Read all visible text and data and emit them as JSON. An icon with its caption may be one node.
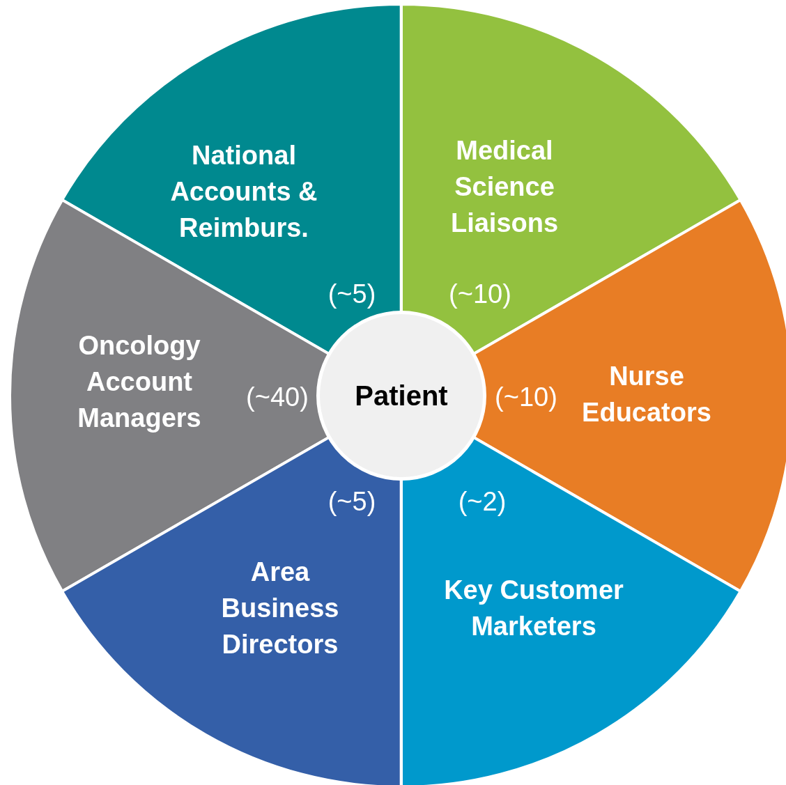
{
  "diagram": {
    "nodes": [
      {
        "text": [
          "National Accounts & Reimburs.",
          "(~5)"
        ]
      },
      {
        "text": [
          "Medical Science Liaisons",
          "(~10)"
        ]
      },
      {
        "text": [
          "Oncology Account Managers",
          "(~40)"
        ]
      },
      {
        "text": [
          "Patient"
        ]
      },
      {
        "text": [
          "(~10)",
          "Nurse Educators"
        ]
      },
      {
        "text": [
          "(~5)",
          "Area Business Directors"
        ]
      },
      {
        "text": [
          "(~2)",
          "Key Customer Marketers"
        ]
      }
    ]
  }
}
